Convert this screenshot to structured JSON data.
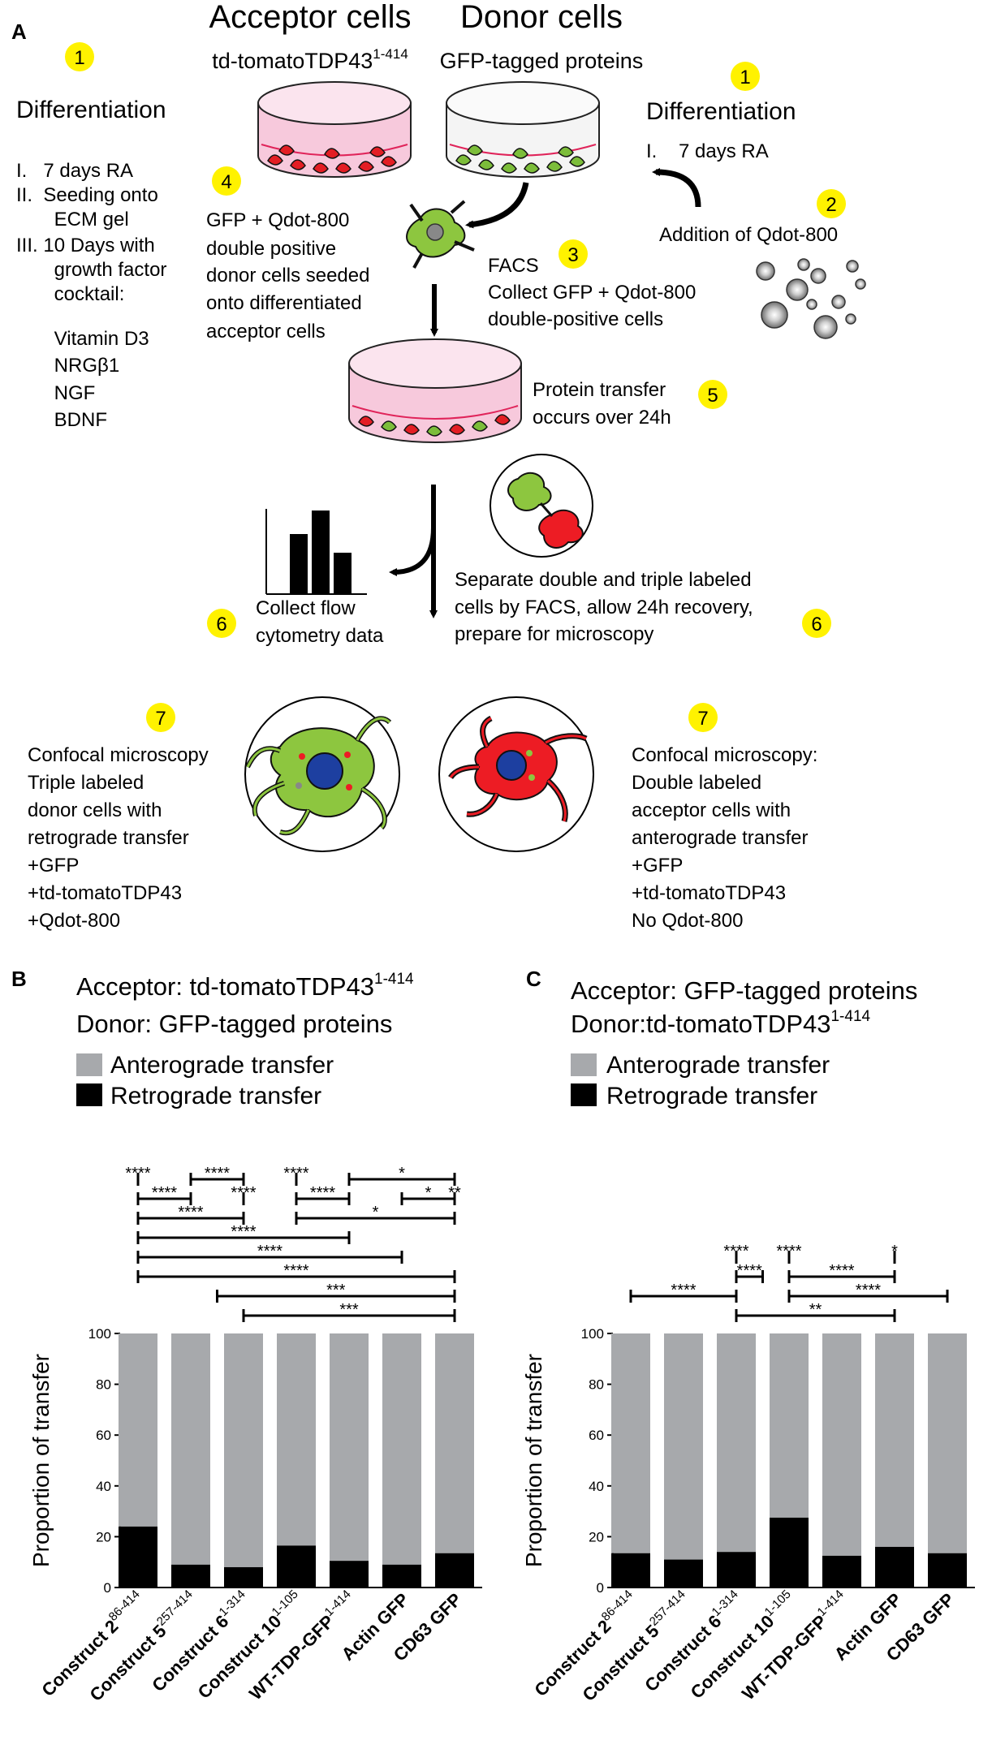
{
  "panel_a": {
    "label": "A",
    "acceptor_header": "Acceptor cells",
    "donor_header": "Donor cells",
    "acceptor_construct_base": "td-tomatoTDP43",
    "acceptor_construct_sup": "1-414",
    "donor_construct": "GFP-tagged proteins",
    "badges": [
      "1",
      "1",
      "2",
      "3",
      "4",
      "5",
      "6",
      "6",
      "7",
      "7"
    ],
    "left_diff_title": "Differentiation",
    "left_steps": [
      "I.   7 days RA",
      "II.  Seeding onto",
      "       ECM gel",
      "III. 10 Days with",
      "       growth factor",
      "       cocktail:",
      "       Vitamin D3",
      "       NRGβ1",
      "       NGF",
      "       BDNF"
    ],
    "right_diff_title": "Differentiation",
    "right_step": "I.    7 days RA",
    "step2_text": "Addition of Qdot-800",
    "step3_lines": [
      "FACS",
      "Collect GFP + Qdot-800",
      "double-positive cells"
    ],
    "step4_lines": [
      "GFP + Qdot-800",
      "double positive",
      "donor cells seeded",
      "onto differentiated",
      "acceptor cells"
    ],
    "step5_lines": [
      "Protein transfer",
      "occurs over 24h"
    ],
    "step6_left_lines": [
      "Collect flow",
      "cytometry data"
    ],
    "step6_right_lines": [
      "Separate double and triple labeled",
      "cells by FACS, allow 24h recovery,",
      "prepare for microscopy"
    ],
    "step7_left_lines": [
      "Confocal microscopy",
      "Triple labeled",
      "donor cells with",
      "retrograde transfer",
      "+GFP",
      "+td-tomatoTDP43",
      "+Qdot-800"
    ],
    "step7_right_lines": [
      "Confocal microscopy:",
      "Double labeled",
      "acceptor cells with",
      "anterograde transfer",
      "+GFP",
      "+td-tomatoTDP43",
      "No Qdot-800"
    ]
  },
  "panel_b": {
    "label": "B",
    "title_line1_base": "Acceptor: td-tomatoTDP43",
    "title_line1_sup": "1-414",
    "title_line2": "Donor: GFP-tagged proteins"
  },
  "panel_c": {
    "label": "C",
    "title_line1": "Acceptor: GFP-tagged proteins",
    "title_line2_base": "Donor:td-tomatoTDP43",
    "title_line2_sup": "1-414"
  },
  "legend": {
    "anterograde": "Anterograde transfer",
    "retrograde": "Retrograde transfer"
  },
  "colors": {
    "anterograde": "#a7a9ac",
    "retrograde": "#000000",
    "badge": "#fff200",
    "gfp_cell": "#8dc63f",
    "tomato_cell": "#ed1c24",
    "dish_pink": "#f2b6cf"
  },
  "chart_data": [
    {
      "type": "bar",
      "stacked": true,
      "ylabel": "Proportion of transfer",
      "ylim": [
        0,
        100
      ],
      "yticks": [
        "0",
        "20",
        "40",
        "60",
        "80",
        "100"
      ],
      "categories": [
        {
          "base": "Construct 2",
          "sup": "86-414"
        },
        {
          "base": "Construct 5",
          "sup": "257-414"
        },
        {
          "base": "Construct 6",
          "sup": "1-314"
        },
        {
          "base": "Construct 10",
          "sup": "1-105"
        },
        {
          "base": "WT-TDP-GFP",
          "sup": "1-414"
        },
        {
          "base": "Actin GFP",
          "sup": ""
        },
        {
          "base": "CD63 GFP",
          "sup": ""
        }
      ],
      "series": [
        {
          "name": "Retrograde transfer",
          "values": [
            24,
            9,
            8,
            16.5,
            10.5,
            9,
            13.5
          ]
        },
        {
          "name": "Anterograde transfer",
          "values": [
            76,
            91,
            92,
            83.5,
            89.5,
            91,
            86.5
          ]
        }
      ],
      "significance": [
        {
          "from": 2,
          "to": 7,
          "label": "***"
        },
        {
          "from": 1.5,
          "to": 7,
          "label": "***"
        },
        {
          "from": 0,
          "to": 7,
          "label": "****"
        },
        {
          "from": 0,
          "to": 6,
          "label": "****"
        },
        {
          "from": 0,
          "to": 5,
          "label": "****"
        },
        {
          "from": 0,
          "to": 3,
          "label": "****"
        },
        {
          "from": 3,
          "to": 7,
          "label": "*"
        },
        {
          "from": 0,
          "to": 2,
          "label": "****"
        },
        {
          "from": 2,
          "to": 3,
          "label": "****"
        },
        {
          "from": 3,
          "to": 5,
          "label": "****"
        },
        {
          "from": 5,
          "to": 7,
          "label": "*"
        },
        {
          "from": 6,
          "to": 7,
          "label": "**"
        },
        {
          "from": 0,
          "to": 1,
          "label": "****"
        },
        {
          "from": 1,
          "to": 3,
          "label": "****"
        },
        {
          "from": 3,
          "to": 4,
          "label": "****"
        },
        {
          "from": 4,
          "to": 7,
          "label": "*"
        }
      ]
    },
    {
      "type": "bar",
      "stacked": true,
      "ylabel": "Proportion of transfer",
      "ylim": [
        0,
        100
      ],
      "yticks": [
        "0",
        "20",
        "40",
        "60",
        "80",
        "100"
      ],
      "categories": [
        {
          "base": "Construct 2",
          "sup": "86-414"
        },
        {
          "base": "Construct 5",
          "sup": "257-414"
        },
        {
          "base": "Construct 6",
          "sup": "1-314"
        },
        {
          "base": "Construct 10",
          "sup": "1-105"
        },
        {
          "base": "WT-TDP-GFP",
          "sup": "1-414"
        },
        {
          "base": "Actin GFP",
          "sup": ""
        },
        {
          "base": "CD63 GFP",
          "sup": ""
        }
      ],
      "series": [
        {
          "name": "Retrograde transfer",
          "values": [
            13.5,
            11,
            14,
            27.5,
            12.5,
            16,
            13.5
          ]
        },
        {
          "name": "Anterograde transfer",
          "values": [
            86.5,
            89,
            86,
            72.5,
            87.5,
            84,
            86.5
          ]
        }
      ],
      "significance": [
        {
          "from": 2,
          "to": 6,
          "label": "**"
        },
        {
          "from": 0,
          "to": 3,
          "label": "****"
        },
        {
          "from": 3,
          "to": 7,
          "label": "****"
        },
        {
          "from": 2.5,
          "to": 3,
          "label": "****"
        },
        {
          "from": 3,
          "to": 6,
          "label": "****"
        },
        {
          "from": 2,
          "to": 3,
          "label": "****"
        },
        {
          "from": 3,
          "to": 4,
          "label": "****"
        },
        {
          "from": 5,
          "to": 6,
          "label": "*"
        }
      ]
    }
  ]
}
